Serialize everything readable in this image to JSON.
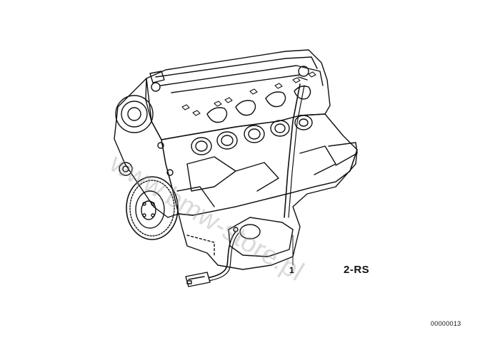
{
  "diagram": {
    "part_label": "1",
    "assembly_label": "2-RS",
    "diagram_code": "00000013",
    "watermark": "www.bmw-store.pl"
  },
  "icons": {
    "engine": "engine-block-illustration",
    "flywheel": "flywheel-ring-gear",
    "dipstick": "oil-dipstick",
    "oil_pan": "oil-sump-pan",
    "sensor_plug": "sensor-connector-plug"
  }
}
